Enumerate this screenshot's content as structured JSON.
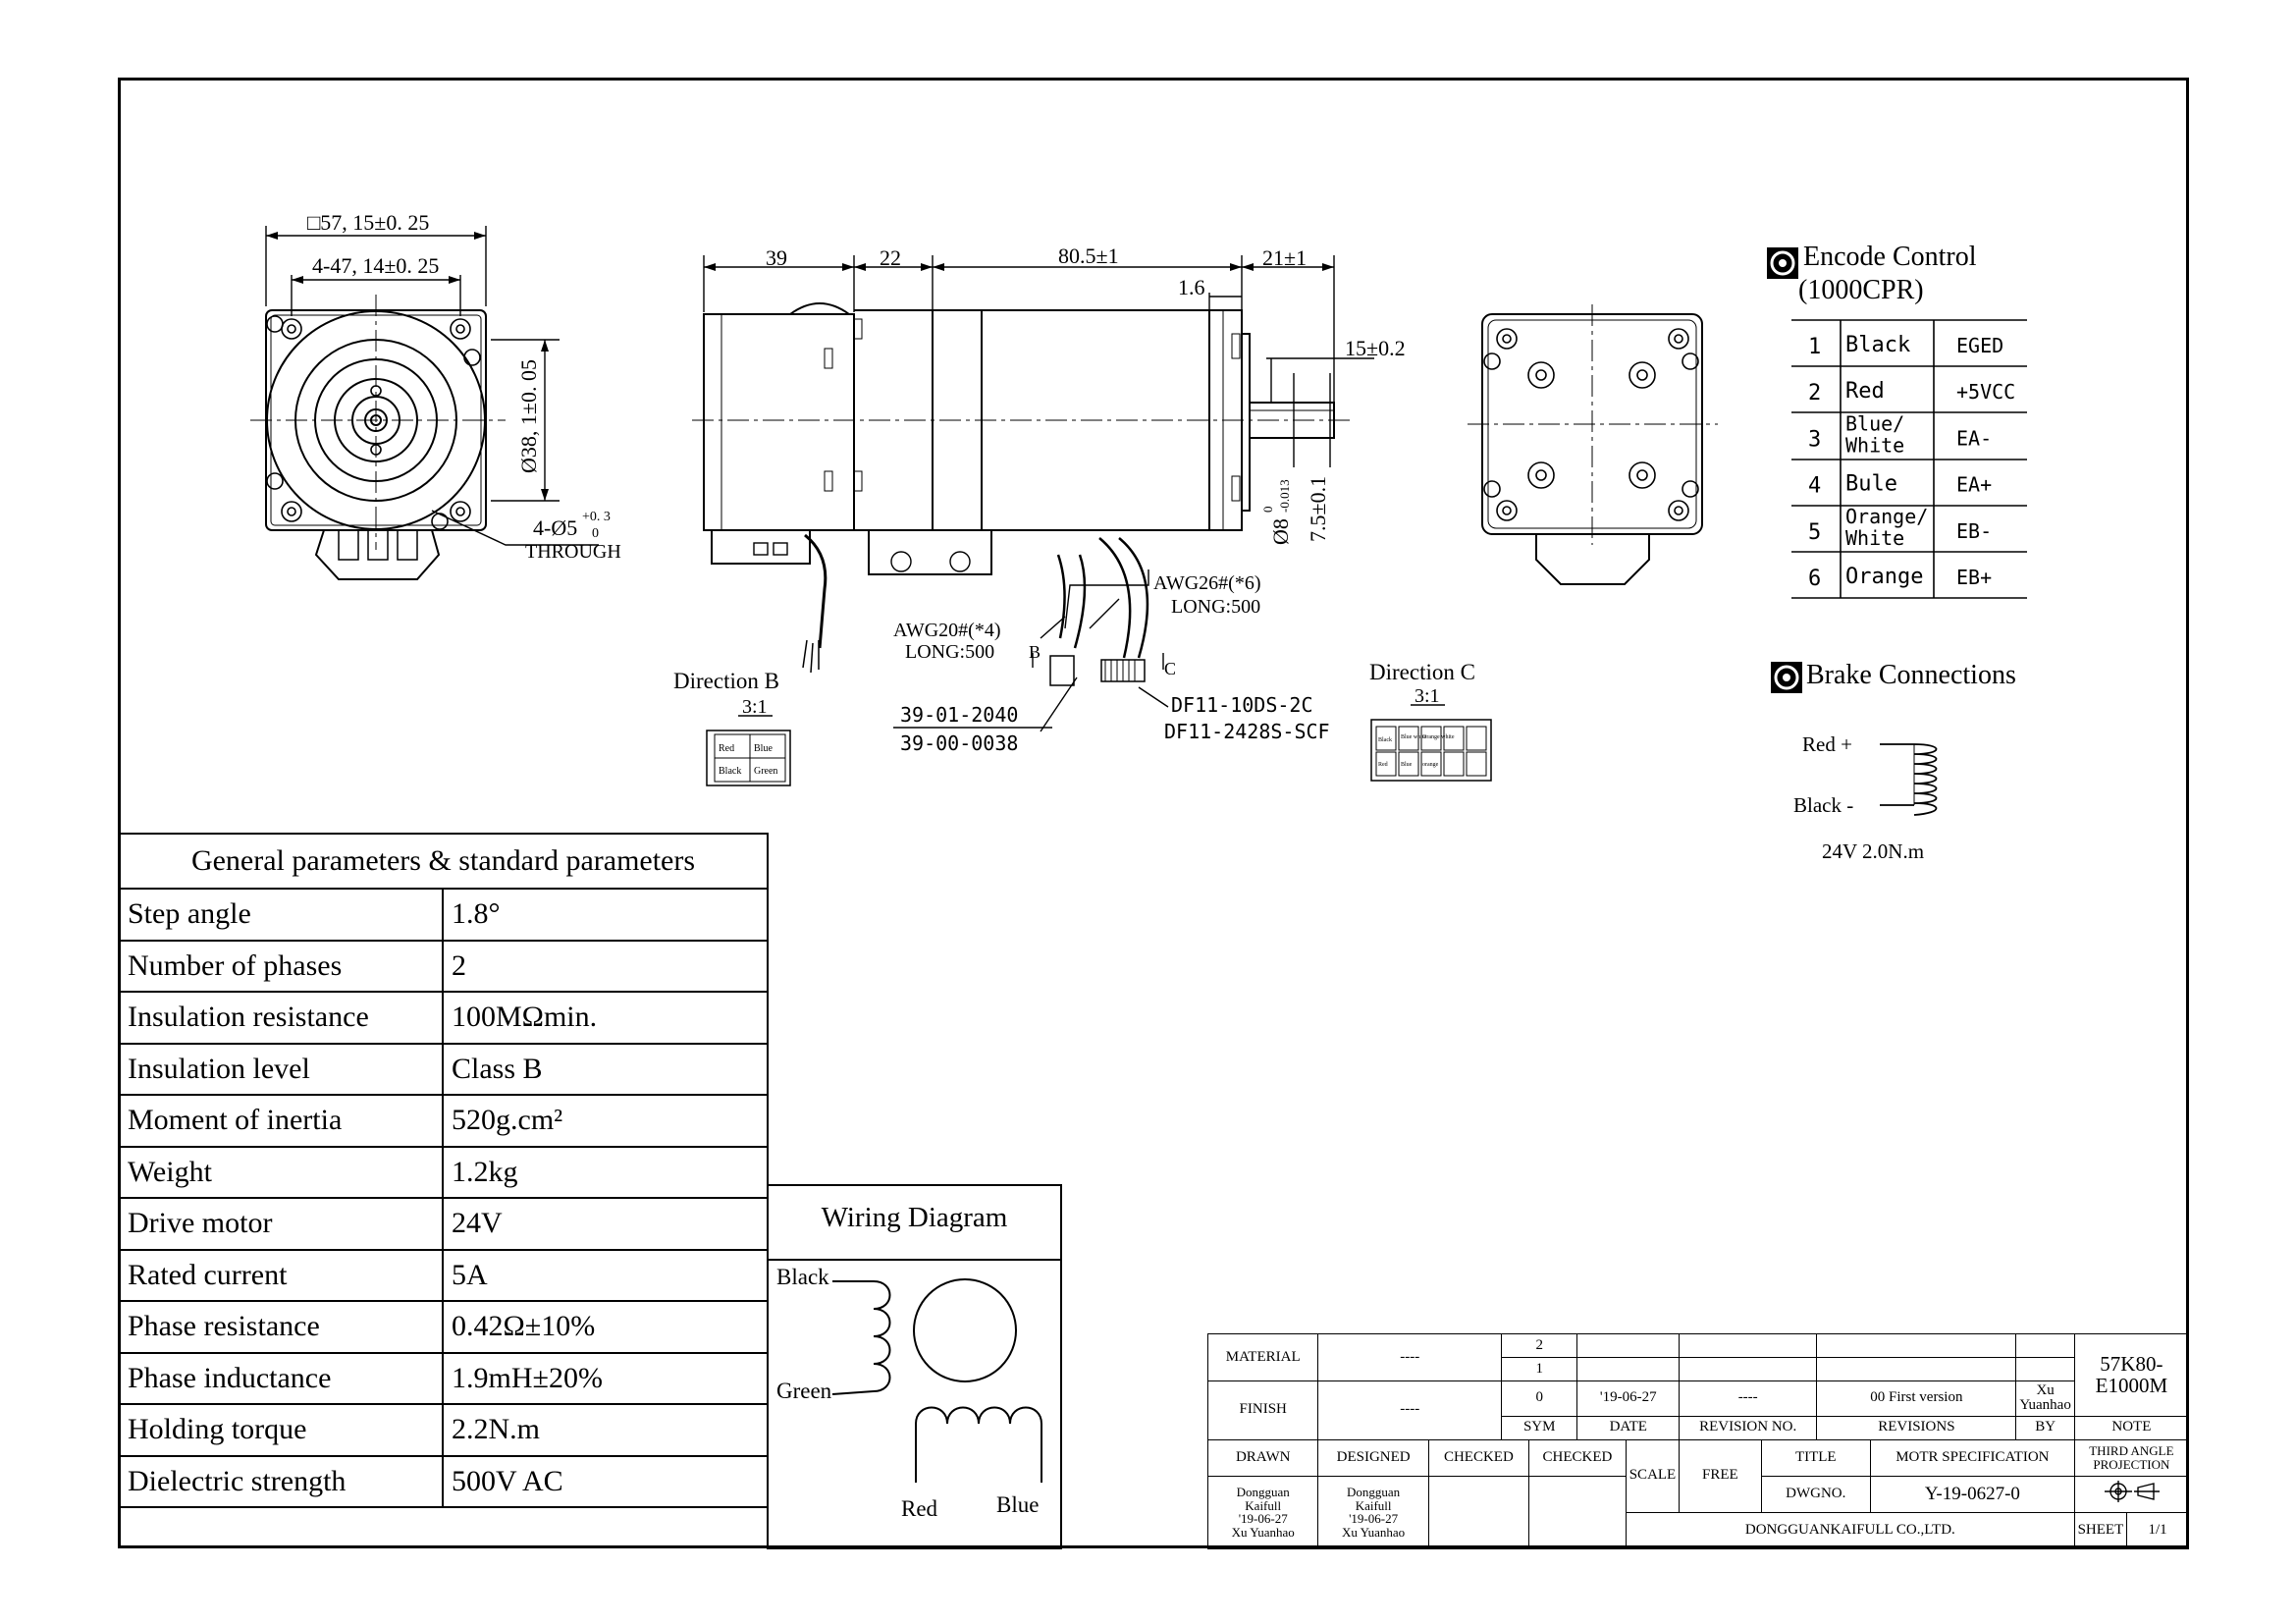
{
  "front_view": {
    "dim_square": "□57, 15±0. 25",
    "dim_holes": "4-47, 14±0. 25",
    "dim_pilot": "Ø38, 1±0. 05",
    "dim_through_a": "4-Ø5",
    "dim_through_tol_plus": "+0. 3",
    "dim_through_tol_zero": "0",
    "dim_through_b": "THROUGH"
  },
  "side_view": {
    "dim_39": "39",
    "dim_22": "22",
    "dim_body": "80.5±1",
    "dim_shaft": "21±1",
    "dim_16": "1.6",
    "dim_flat": "15±0.2",
    "dim_shaft_dia": "Ø8",
    "dim_shaft_tol_zero": "0",
    "dim_shaft_tol_minus": "-0.013",
    "dim_flat_depth": "7.5±0.1",
    "cable1_a": "AWG26#(*6)",
    "cable1_b": "LONG:500",
    "cable2_a": "AWG20#(*4)",
    "cable2_b": "LONG:500",
    "marker_b": "B",
    "marker_c": "C",
    "conn1_a": "39-01-2040",
    "conn1_b": "39-00-0038",
    "conn2_a": "DF11-10DS-2C",
    "conn2_b": "DF11-2428S-SCF"
  },
  "direction_b": {
    "title": "Direction B",
    "scale": "3:1",
    "pins": [
      "Red",
      "Blue",
      "Black",
      "Green"
    ]
  },
  "direction_c": {
    "title": "Direction C",
    "scale": "3:1",
    "pins": [
      "Black",
      "Blue white",
      "Orange white",
      "Red",
      "Blue",
      "orange"
    ]
  },
  "encoder": {
    "title": "Encode Control",
    "subtitle": "(1000CPR)",
    "rows": [
      {
        "no": "1",
        "color": "Black",
        "signal": "EGED"
      },
      {
        "no": "2",
        "color": "Red",
        "signal": "+5VCC"
      },
      {
        "no": "3",
        "color": "Blue/",
        "color2": "White",
        "signal": "EA-"
      },
      {
        "no": "4",
        "color": "Bule",
        "signal": "EA+"
      },
      {
        "no": "5",
        "color": "Orange/",
        "color2": "White",
        "signal": "EB-"
      },
      {
        "no": "6",
        "color": "Orange",
        "signal": "EB+"
      }
    ]
  },
  "brake": {
    "title": "Brake Connections",
    "plus_label": "Red +",
    "minus_label": "Black -",
    "spec": "24V  2.0N.m"
  },
  "params": {
    "title": "General parameters & standard parameters",
    "rows": [
      {
        "k": "Step angle",
        "v": "1.8°"
      },
      {
        "k": "Number of phases",
        "v": "2"
      },
      {
        "k": "Insulation resistance",
        "v": "100MΩmin."
      },
      {
        "k": "Insulation level",
        "v": "Class B"
      },
      {
        "k": "Moment of inertia",
        "v": "520g.cm²"
      },
      {
        "k": "Weight",
        "v": "1.2kg"
      },
      {
        "k": "Drive motor",
        "v": "24V"
      },
      {
        "k": "Rated current",
        "v": "5A"
      },
      {
        "k": "Phase resistance",
        "v": "0.42Ω±10%"
      },
      {
        "k": "Phase inductance",
        "v": "1.9mH±20%"
      },
      {
        "k": "Holding torque",
        "v": "2.2N.m"
      },
      {
        "k": "Dielectric strength",
        "v": "500V AC"
      }
    ]
  },
  "wiring": {
    "title": "Wiring Diagram",
    "black": "Black",
    "green": "Green",
    "red": "Red",
    "blue": "Blue"
  },
  "titleblock": {
    "material_label": "MATERIAL",
    "material_value": "----",
    "finish_label": "FINISH",
    "finish_value": "----",
    "rev2": "2",
    "rev1": "1",
    "rev0": "0",
    "rev0_date": "'19-06-27",
    "rev0_no": "----",
    "rev0_desc": "00 First version",
    "rev0_by": "Xu Yuanhao",
    "part_no": "57K80-E1000M",
    "h_sym": "SYM",
    "h_date": "DATE",
    "h_revno": "REVISION NO.",
    "h_revisions": "REVISIONS",
    "h_by": "BY",
    "h_note": "NOTE",
    "drawn": "DRAWN",
    "designed": "DESIGNED",
    "checked1": "CHECKED",
    "checked2": "CHECKED",
    "scale_label": "SCALE",
    "scale_value": "FREE",
    "title_label": "TITLE",
    "title_value": "MOTR SPECIFICATION",
    "projection": "THIRD ANGLE PROJECTION",
    "drawn_by_1": "Dongguan",
    "drawn_by_2": "Kaifull",
    "drawn_by_3": "'19-06-27",
    "drawn_by_4": "Xu Yuanhao",
    "designed_by_1": "Dongguan",
    "designed_by_2": "Kaifull",
    "designed_by_3": "'19-06-27",
    "designed_by_4": "Xu Yuanhao",
    "dwgno_label": "DWGNO.",
    "dwgno_value": "Y-19-0627-0",
    "company": "DONGGUANKAIFULL CO.,LTD.",
    "sheet_label": "SHEET",
    "sheet_value": "1/1"
  }
}
